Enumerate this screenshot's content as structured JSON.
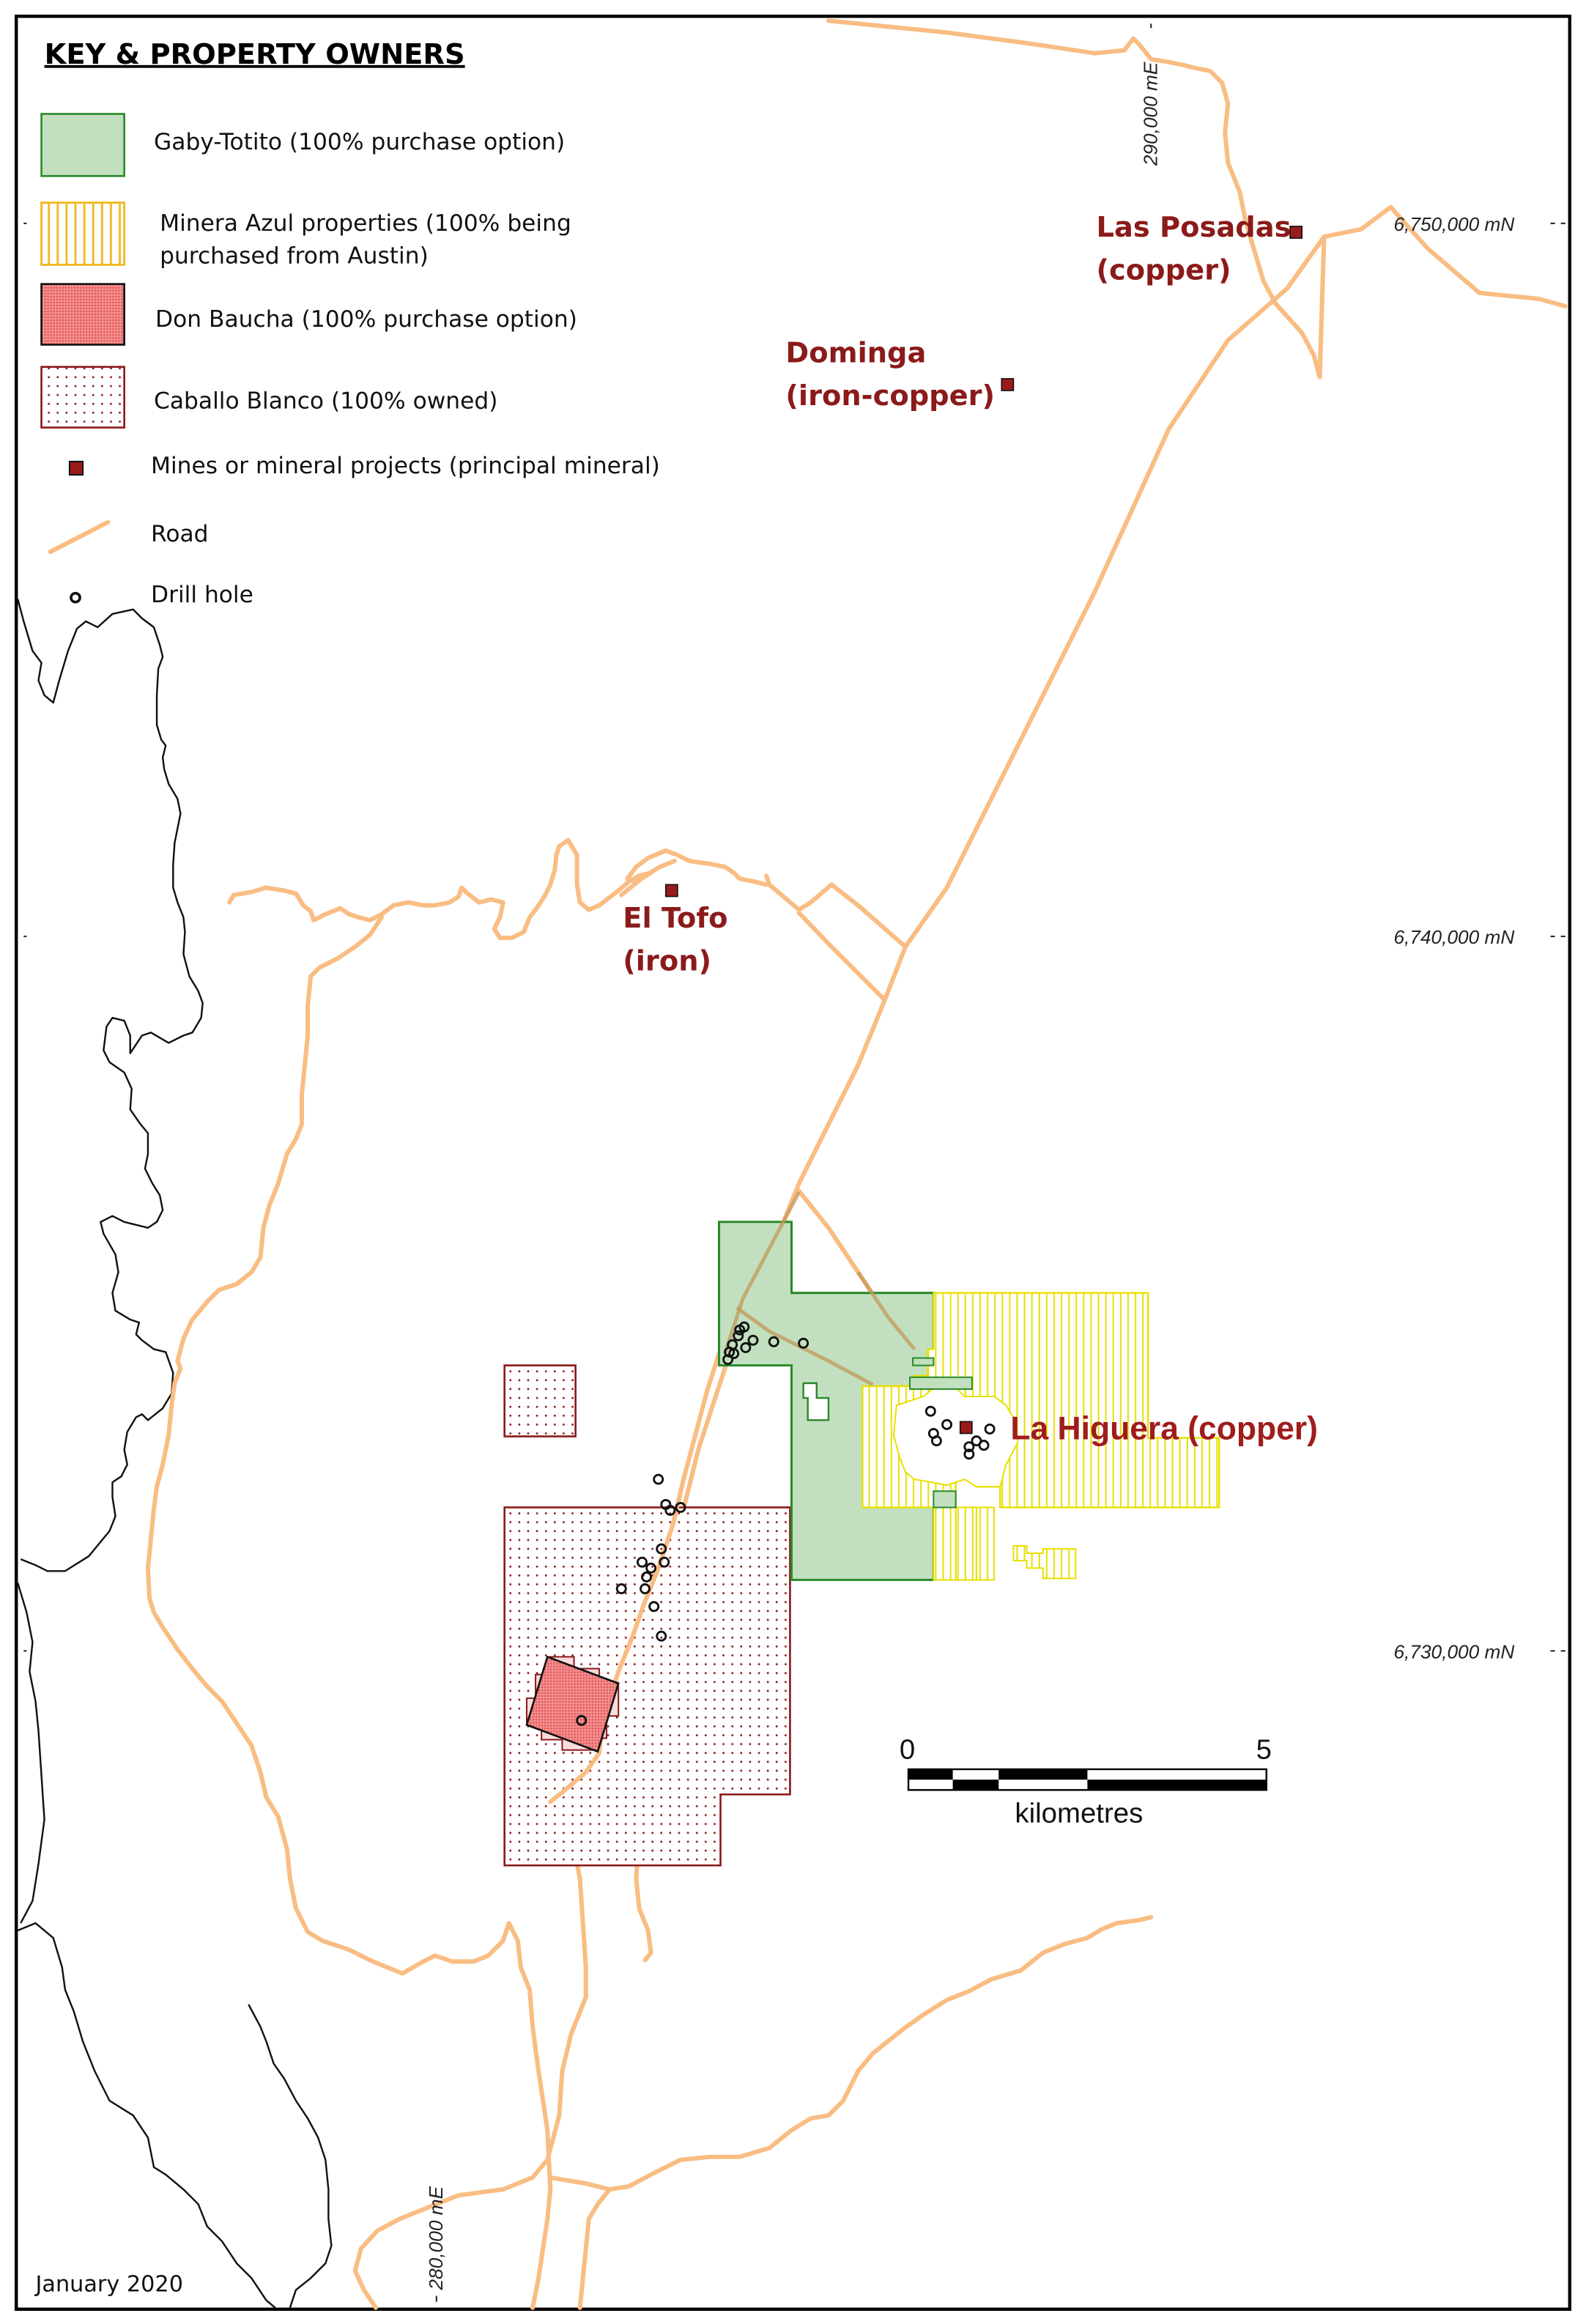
{
  "legend": {
    "title": "KEY & PROPERTY OWNERS",
    "items": [
      {
        "label": "Gaby-Totito (100% purchase option)",
        "symbol": "green-fill",
        "fill": "#c2e0c0",
        "stroke": "#2a8a2a"
      },
      {
        "label_line1": "Minera Azul properties (100% being",
        "label_line2": "purchased from Austin)",
        "symbol": "yellow-vertical-hatch",
        "stroke": "#f0b820"
      },
      {
        "label": "Don Baucha (100% purchase option)",
        "symbol": "red-dense-stipple",
        "fill": "#f07070",
        "stroke": "#222222"
      },
      {
        "label": "Caballo Blanco (100% owned)",
        "symbol": "red-dot-stipple",
        "stroke": "#8b1a1a"
      },
      {
        "label": "Mines or mineral projects (principal mineral)",
        "symbol": "dark-red-square",
        "fill": "#9b1b1b"
      },
      {
        "label": "Road",
        "symbol": "orange-line",
        "stroke": "#f9bd83"
      },
      {
        "label": "Drill hole",
        "symbol": "black-circle"
      }
    ]
  },
  "mines": [
    {
      "name": "Las Posadas",
      "mineral": "(copper)"
    },
    {
      "name": "Dominga",
      "mineral": "(iron-copper)"
    },
    {
      "name": "El Tofo",
      "mineral": "(iron)"
    },
    {
      "name": "La Higuera (copper)"
    }
  ],
  "grid": {
    "easting_top": "290,000 mE",
    "easting_bottom": "280,000 mE",
    "northings": [
      "6,750,000 mN",
      "6,740,000 mN",
      "6,730,000 mN"
    ]
  },
  "scale_bar": {
    "start": "0",
    "end": "5",
    "unit": "kilometres"
  },
  "date": "January 2020",
  "colors": {
    "road": "#f9bd83",
    "gaby_totito_fill": "#c2e0c0",
    "gaby_totito_stroke": "#2a8a2a",
    "minera_azul": "#e8e000",
    "don_baucha": "#f07070",
    "caballo_blanco": "#8b1a1a",
    "mine_marker": "#9b1b1b",
    "label": "#8b1a1a"
  }
}
